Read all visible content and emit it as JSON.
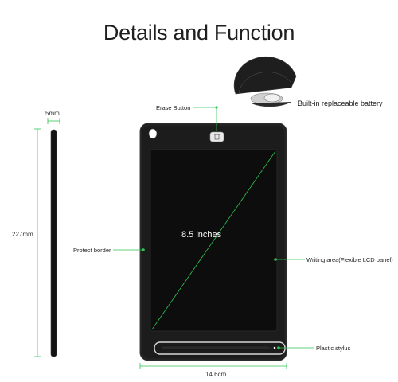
{
  "title": "Details and Function",
  "callouts": {
    "erase_button": "Erase Button",
    "battery": "Built-in replaceable battery",
    "protect_border": "Protect border",
    "writing_area": "Writing area(Flexible LCD panel)",
    "stylus": "Plastic stylus"
  },
  "dimensions": {
    "thickness": "5mm",
    "height": "227mm",
    "width": "14.6cm",
    "screen_size": "8.5 inches"
  },
  "colors": {
    "accent": "#2ec452",
    "tablet_body": "#1c1c1c",
    "screen": "#0d0d0d"
  }
}
